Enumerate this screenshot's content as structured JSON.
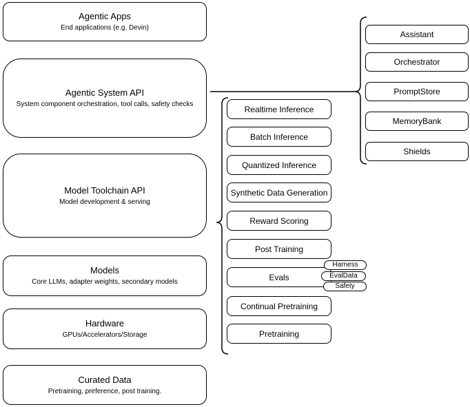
{
  "diagram": {
    "left_stack": [
      {
        "title": "Agentic Apps",
        "subtitle": "End applications (e.g. Devin)"
      },
      {
        "title": "Agentic System API",
        "subtitle": "System component orchestration, tool calls, safety checks"
      },
      {
        "title": "Model Toolchain API",
        "subtitle": "Model development & serving"
      },
      {
        "title": "Models",
        "subtitle": "Core LLMs, adapter weights, secondary models"
      },
      {
        "title": "Hardware",
        "subtitle": "GPUs/Accelerators/Storage"
      },
      {
        "title": "Curated Data",
        "subtitle": "Pretraining, preference, post training."
      }
    ],
    "toolchain_group": {
      "boxes": [
        "Realtime Inference",
        "Batch Inference",
        "Quantized Inference",
        "Synthetic Data Generation",
        "Reward Scoring",
        "Post Training",
        "Evals",
        "Continual Pretraining",
        "Pretraining"
      ],
      "evals_tags": [
        "Harness",
        "EvalData",
        "Safety"
      ]
    },
    "system_group": {
      "boxes": [
        "Assistant",
        "Orchestrator",
        "PromptStore",
        "MemoryBank",
        "Shields"
      ]
    },
    "colors": {
      "stroke": "#000000",
      "fill": "#ffffff",
      "text": "#000000"
    }
  }
}
